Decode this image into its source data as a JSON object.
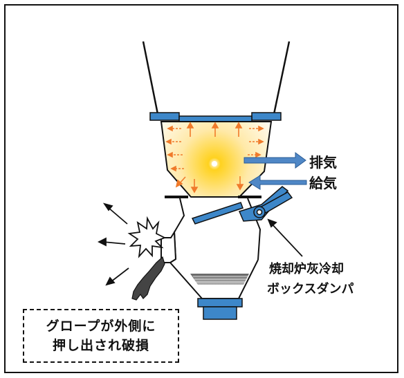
{
  "labels": {
    "exhaust": "排気",
    "supply": "給気",
    "damper_line1": "焼却炉灰冷却",
    "damper_line2": "ボックスダンパ"
  },
  "note": {
    "line1": "グロープが外側に",
    "line2": "押し出され破損"
  },
  "colors": {
    "steel_blue": "#3d87c9",
    "arrow_blue": "#4f87c6",
    "heat_arrow": "#f07a2a",
    "glow_center": "#ffd21f",
    "outline": "#111111"
  }
}
